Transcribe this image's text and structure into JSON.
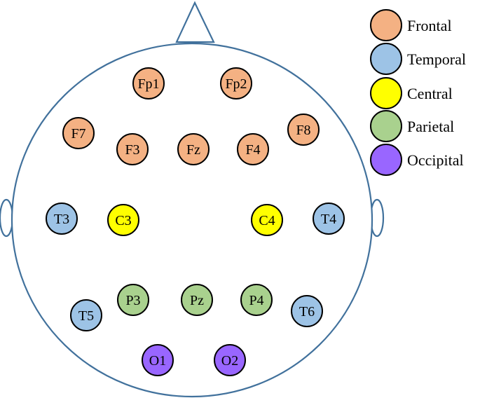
{
  "colors": {
    "outline": "#41719c",
    "frontal": "#f4b183",
    "temporal": "#9dc3e6",
    "central": "#ffff00",
    "parietal": "#a9d18e",
    "occipital": "#9966ff",
    "stroke": "#000000"
  },
  "legend": [
    {
      "label": "Frontal",
      "group": "frontal"
    },
    {
      "label": "Temporal",
      "group": "temporal"
    },
    {
      "label": "Central",
      "group": "central"
    },
    {
      "label": "Parietal",
      "group": "parietal"
    },
    {
      "label": "Occipital",
      "group": "occipital"
    }
  ],
  "electrodes": [
    {
      "label": "Fp1",
      "group": "frontal"
    },
    {
      "label": "Fp2",
      "group": "frontal"
    },
    {
      "label": "F7",
      "group": "frontal"
    },
    {
      "label": "F3",
      "group": "frontal"
    },
    {
      "label": "Fz",
      "group": "frontal"
    },
    {
      "label": "F4",
      "group": "frontal"
    },
    {
      "label": "F8",
      "group": "frontal"
    },
    {
      "label": "T3",
      "group": "temporal"
    },
    {
      "label": "C3",
      "group": "central"
    },
    {
      "label": "C4",
      "group": "central"
    },
    {
      "label": "T4",
      "group": "temporal"
    },
    {
      "label": "T5",
      "group": "temporal"
    },
    {
      "label": "P3",
      "group": "parietal"
    },
    {
      "label": "Pz",
      "group": "parietal"
    },
    {
      "label": "P4",
      "group": "parietal"
    },
    {
      "label": "T6",
      "group": "temporal"
    },
    {
      "label": "O1",
      "group": "occipital"
    },
    {
      "label": "O2",
      "group": "occipital"
    }
  ]
}
